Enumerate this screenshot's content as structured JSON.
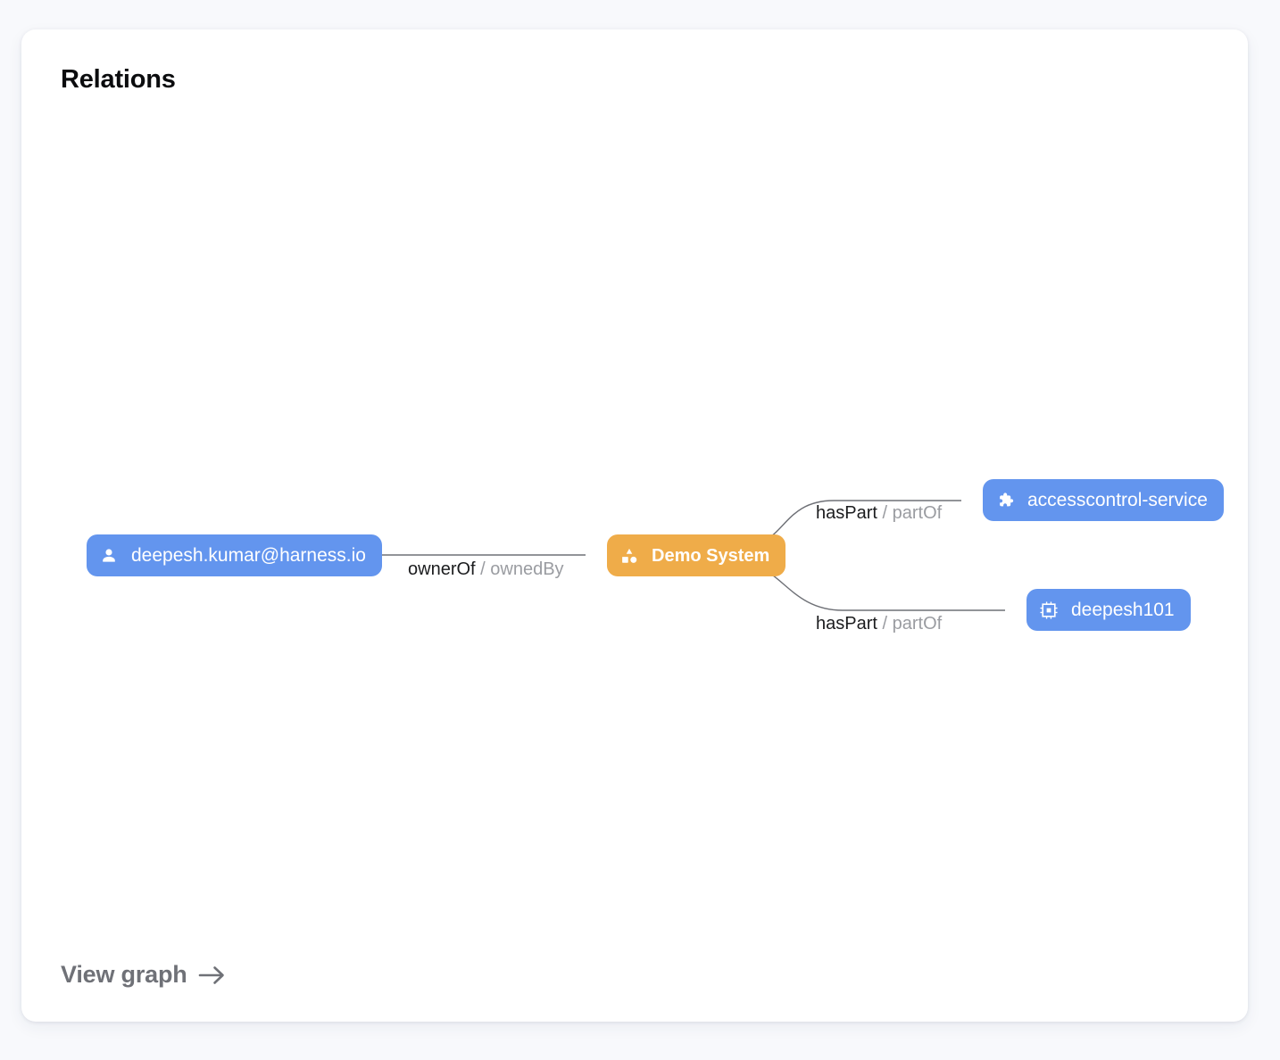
{
  "card": {
    "title": "Relations",
    "background": "#ffffff",
    "page_background": "#f8f9fc"
  },
  "footer": {
    "view_graph_label": "View graph",
    "arrow_icon": "arrow-right-icon",
    "color": "#6f7177"
  },
  "graph": {
    "node_colors": {
      "blue": "#6395ee",
      "orange": "#efac49"
    },
    "edge_color": "#6e7076",
    "nodes": [
      {
        "id": "user",
        "label": "deepesh.kumar@harness.io",
        "kind": "blue",
        "icon": "person-icon"
      },
      {
        "id": "system",
        "label": "Demo System",
        "kind": "orange",
        "icon": "category-shapes-icon"
      },
      {
        "id": "service",
        "label": "accesscontrol-service",
        "kind": "blue",
        "icon": "puzzle-piece-icon"
      },
      {
        "id": "component",
        "label": "deepesh101",
        "kind": "blue",
        "icon": "memory-chip-icon"
      }
    ],
    "edges": [
      {
        "id": "owner",
        "from": "user",
        "to": "system",
        "relation": "ownerOf",
        "separator": " / ",
        "inverse_relation": "ownedBy"
      },
      {
        "id": "service",
        "from": "system",
        "to": "service",
        "relation": "hasPart",
        "separator": " / ",
        "inverse_relation": "partOf"
      },
      {
        "id": "component",
        "from": "system",
        "to": "component",
        "relation": "hasPart",
        "separator": " / ",
        "inverse_relation": "partOf"
      }
    ]
  }
}
